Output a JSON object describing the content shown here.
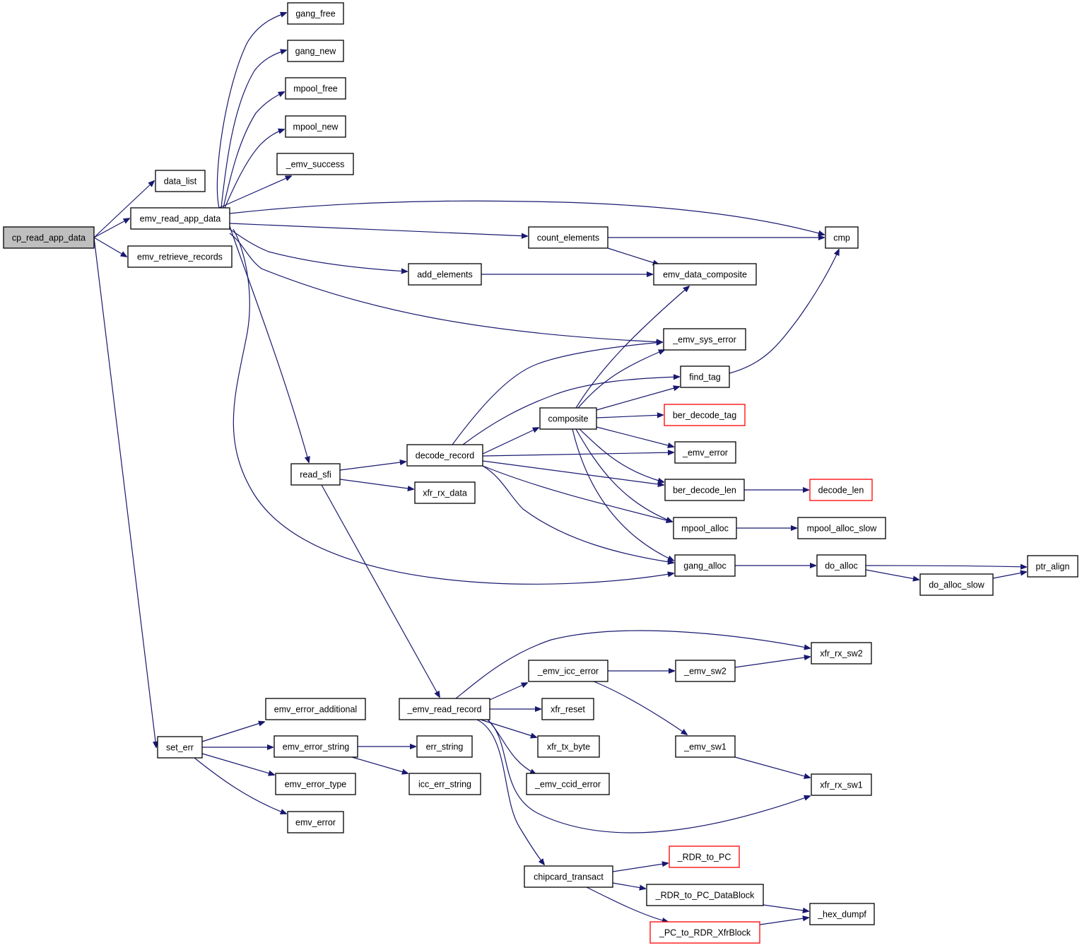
{
  "nodes": {
    "cp_read_app_data": {
      "label": "cp_read_app_data",
      "style": "root"
    },
    "data_list": {
      "label": "data_list",
      "style": "normal"
    },
    "emv_read_app_data": {
      "label": "emv_read_app_data",
      "style": "normal"
    },
    "emv_retrieve_records": {
      "label": "emv_retrieve_records",
      "style": "normal"
    },
    "set_err": {
      "label": "set_err",
      "style": "normal"
    },
    "gang_free": {
      "label": "gang_free",
      "style": "normal"
    },
    "gang_new": {
      "label": "gang_new",
      "style": "normal"
    },
    "mpool_free": {
      "label": "mpool_free",
      "style": "normal"
    },
    "mpool_new": {
      "label": "mpool_new",
      "style": "normal"
    },
    "emv_success": {
      "label": "_emv_success",
      "style": "normal"
    },
    "cmp": {
      "label": "cmp",
      "style": "normal"
    },
    "count_elements": {
      "label": "count_elements",
      "style": "normal"
    },
    "add_elements": {
      "label": "add_elements",
      "style": "normal"
    },
    "emv_data_composite": {
      "label": "emv_data_composite",
      "style": "normal"
    },
    "emv_sys_error": {
      "label": "_emv_sys_error",
      "style": "normal"
    },
    "find_tag": {
      "label": "find_tag",
      "style": "normal"
    },
    "composite": {
      "label": "composite",
      "style": "normal"
    },
    "ber_decode_tag": {
      "label": "ber_decode_tag",
      "style": "red"
    },
    "emv_error_": {
      "label": "_emv_error",
      "style": "normal"
    },
    "decode_record": {
      "label": "decode_record",
      "style": "normal"
    },
    "read_sfi": {
      "label": "read_sfi",
      "style": "normal"
    },
    "xfr_rx_data": {
      "label": "xfr_rx_data",
      "style": "normal"
    },
    "ber_decode_len": {
      "label": "ber_decode_len",
      "style": "normal"
    },
    "decode_len": {
      "label": "decode_len",
      "style": "red"
    },
    "mpool_alloc": {
      "label": "mpool_alloc",
      "style": "normal"
    },
    "mpool_alloc_slow": {
      "label": "mpool_alloc_slow",
      "style": "normal"
    },
    "gang_alloc": {
      "label": "gang_alloc",
      "style": "normal"
    },
    "do_alloc": {
      "label": "do_alloc",
      "style": "normal"
    },
    "ptr_align": {
      "label": "ptr_align",
      "style": "normal"
    },
    "do_alloc_slow": {
      "label": "do_alloc_slow",
      "style": "normal"
    },
    "xfr_rx_sw2": {
      "label": "xfr_rx_sw2",
      "style": "normal"
    },
    "emv_icc_error": {
      "label": "_emv_icc_error",
      "style": "normal"
    },
    "emv_sw2": {
      "label": "_emv_sw2",
      "style": "normal"
    },
    "emv_read_record": {
      "label": "_emv_read_record",
      "style": "normal"
    },
    "xfr_reset": {
      "label": "xfr_reset",
      "style": "normal"
    },
    "emv_error_additional": {
      "label": "emv_error_additional",
      "style": "normal"
    },
    "emv_error_string": {
      "label": "emv_error_string",
      "style": "normal"
    },
    "err_string": {
      "label": "err_string",
      "style": "normal"
    },
    "xfr_tx_byte": {
      "label": "xfr_tx_byte",
      "style": "normal"
    },
    "emv_sw1": {
      "label": "_emv_sw1",
      "style": "normal"
    },
    "emv_error_type": {
      "label": "emv_error_type",
      "style": "normal"
    },
    "icc_err_string": {
      "label": "icc_err_string",
      "style": "normal"
    },
    "emv_ccid_error": {
      "label": "_emv_ccid_error",
      "style": "normal"
    },
    "xfr_rx_sw1": {
      "label": "xfr_rx_sw1",
      "style": "normal"
    },
    "emv_error": {
      "label": "emv_error",
      "style": "normal"
    },
    "RDR_to_PC": {
      "label": "_RDR_to_PC",
      "style": "red"
    },
    "chipcard_transact": {
      "label": "chipcard_transact",
      "style": "normal"
    },
    "RDR_to_PC_DataBlock": {
      "label": "_RDR_to_PC_DataBlock",
      "style": "normal"
    },
    "hex_dumpf": {
      "label": "_hex_dumpf",
      "style": "normal"
    },
    "PC_to_RDR_XfrBlock": {
      "label": "_PC_to_RDR_XfrBlock",
      "style": "red"
    }
  },
  "edges": [
    [
      "cp_read_app_data",
      "data_list"
    ],
    [
      "cp_read_app_data",
      "emv_read_app_data"
    ],
    [
      "cp_read_app_data",
      "emv_retrieve_records"
    ],
    [
      "cp_read_app_data",
      "set_err"
    ],
    [
      "emv_read_app_data",
      "gang_free"
    ],
    [
      "emv_read_app_data",
      "gang_new"
    ],
    [
      "emv_read_app_data",
      "mpool_free"
    ],
    [
      "emv_read_app_data",
      "mpool_new"
    ],
    [
      "emv_read_app_data",
      "emv_success"
    ],
    [
      "emv_read_app_data",
      "cmp"
    ],
    [
      "emv_read_app_data",
      "count_elements"
    ],
    [
      "emv_read_app_data",
      "add_elements"
    ],
    [
      "emv_read_app_data",
      "emv_sys_error"
    ],
    [
      "emv_read_app_data",
      "read_sfi"
    ],
    [
      "emv_read_app_data",
      "gang_alloc"
    ],
    [
      "count_elements",
      "cmp"
    ],
    [
      "count_elements",
      "emv_data_composite"
    ],
    [
      "add_elements",
      "emv_data_composite"
    ],
    [
      "find_tag",
      "cmp"
    ],
    [
      "read_sfi",
      "decode_record"
    ],
    [
      "read_sfi",
      "xfr_rx_data"
    ],
    [
      "read_sfi",
      "emv_read_record"
    ],
    [
      "decode_record",
      "emv_sys_error"
    ],
    [
      "decode_record",
      "find_tag"
    ],
    [
      "decode_record",
      "composite"
    ],
    [
      "decode_record",
      "emv_error_"
    ],
    [
      "decode_record",
      "ber_decode_len"
    ],
    [
      "decode_record",
      "mpool_alloc"
    ],
    [
      "decode_record",
      "gang_alloc"
    ],
    [
      "composite",
      "emv_data_composite"
    ],
    [
      "composite",
      "emv_sys_error"
    ],
    [
      "composite",
      "find_tag"
    ],
    [
      "composite",
      "ber_decode_tag"
    ],
    [
      "composite",
      "emv_error_"
    ],
    [
      "composite",
      "ber_decode_len"
    ],
    [
      "composite",
      "mpool_alloc"
    ],
    [
      "composite",
      "gang_alloc"
    ],
    [
      "ber_decode_len",
      "decode_len"
    ],
    [
      "mpool_alloc",
      "mpool_alloc_slow"
    ],
    [
      "gang_alloc",
      "do_alloc"
    ],
    [
      "do_alloc",
      "ptr_align"
    ],
    [
      "do_alloc",
      "do_alloc_slow"
    ],
    [
      "do_alloc_slow",
      "ptr_align"
    ],
    [
      "emv_read_record",
      "xfr_rx_sw2"
    ],
    [
      "emv_read_record",
      "emv_icc_error"
    ],
    [
      "emv_read_record",
      "xfr_reset"
    ],
    [
      "emv_read_record",
      "xfr_tx_byte"
    ],
    [
      "emv_read_record",
      "emv_ccid_error"
    ],
    [
      "emv_read_record",
      "xfr_rx_sw1"
    ],
    [
      "emv_read_record",
      "chipcard_transact"
    ],
    [
      "emv_icc_error",
      "emv_sw2"
    ],
    [
      "emv_icc_error",
      "emv_sw1"
    ],
    [
      "emv_sw2",
      "xfr_rx_sw2"
    ],
    [
      "emv_sw1",
      "xfr_rx_sw1"
    ],
    [
      "set_err",
      "emv_error_additional"
    ],
    [
      "set_err",
      "emv_error_string"
    ],
    [
      "set_err",
      "emv_error_type"
    ],
    [
      "set_err",
      "emv_error"
    ],
    [
      "emv_error_string",
      "err_string"
    ],
    [
      "emv_error_string",
      "icc_err_string"
    ],
    [
      "chipcard_transact",
      "RDR_to_PC"
    ],
    [
      "chipcard_transact",
      "RDR_to_PC_DataBlock"
    ],
    [
      "chipcard_transact",
      "PC_to_RDR_XfrBlock"
    ],
    [
      "RDR_to_PC_DataBlock",
      "hex_dumpf"
    ],
    [
      "PC_to_RDR_XfrBlock",
      "hex_dumpf"
    ]
  ]
}
